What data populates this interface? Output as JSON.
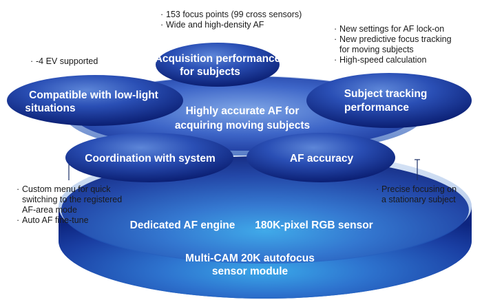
{
  "platform": {
    "base_title_line1": "Multi-CAM 20K autofocus",
    "base_title_line2": "sensor module",
    "left_component": "Dedicated AF engine",
    "right_component": "180K-pixel RGB sensor"
  },
  "center": {
    "line1": "Highly accurate AF for",
    "line2": "acquiring moving subjects"
  },
  "ellipses": {
    "acquisition": {
      "line1": "Acquisition performance",
      "line2": "for subjects"
    },
    "low_light": {
      "line1": "Compatible with low-light",
      "line2": "situations"
    },
    "tracking": {
      "line1": "Subject tracking",
      "line2": "performance"
    },
    "coordination": {
      "line1": "Coordination with system"
    },
    "accuracy": {
      "line1": "AF accuracy"
    }
  },
  "annotations": {
    "acquisition": [
      "153 focus points (99 cross sensors)",
      "Wide and high-density AF"
    ],
    "low_light": [
      "-4 EV supported"
    ],
    "tracking": [
      "New settings for AF lock-on",
      "New predictive focus tracking",
      "for moving subjects",
      "High-speed calculation"
    ],
    "coordination": [
      "Custom menu for quick",
      "switching to the registered",
      "AF-area mode",
      "Auto AF fine-tune"
    ],
    "accuracy": [
      "Precise focusing on",
      "a stationary subject"
    ]
  },
  "colors": {
    "navy": "#0d2580",
    "mid_blue": "#2f57bf",
    "light_blue": "#7fa6e6",
    "pale_blue": "#c9d9f3",
    "cyan": "#39a8e8",
    "text_white": "#ffffff"
  }
}
